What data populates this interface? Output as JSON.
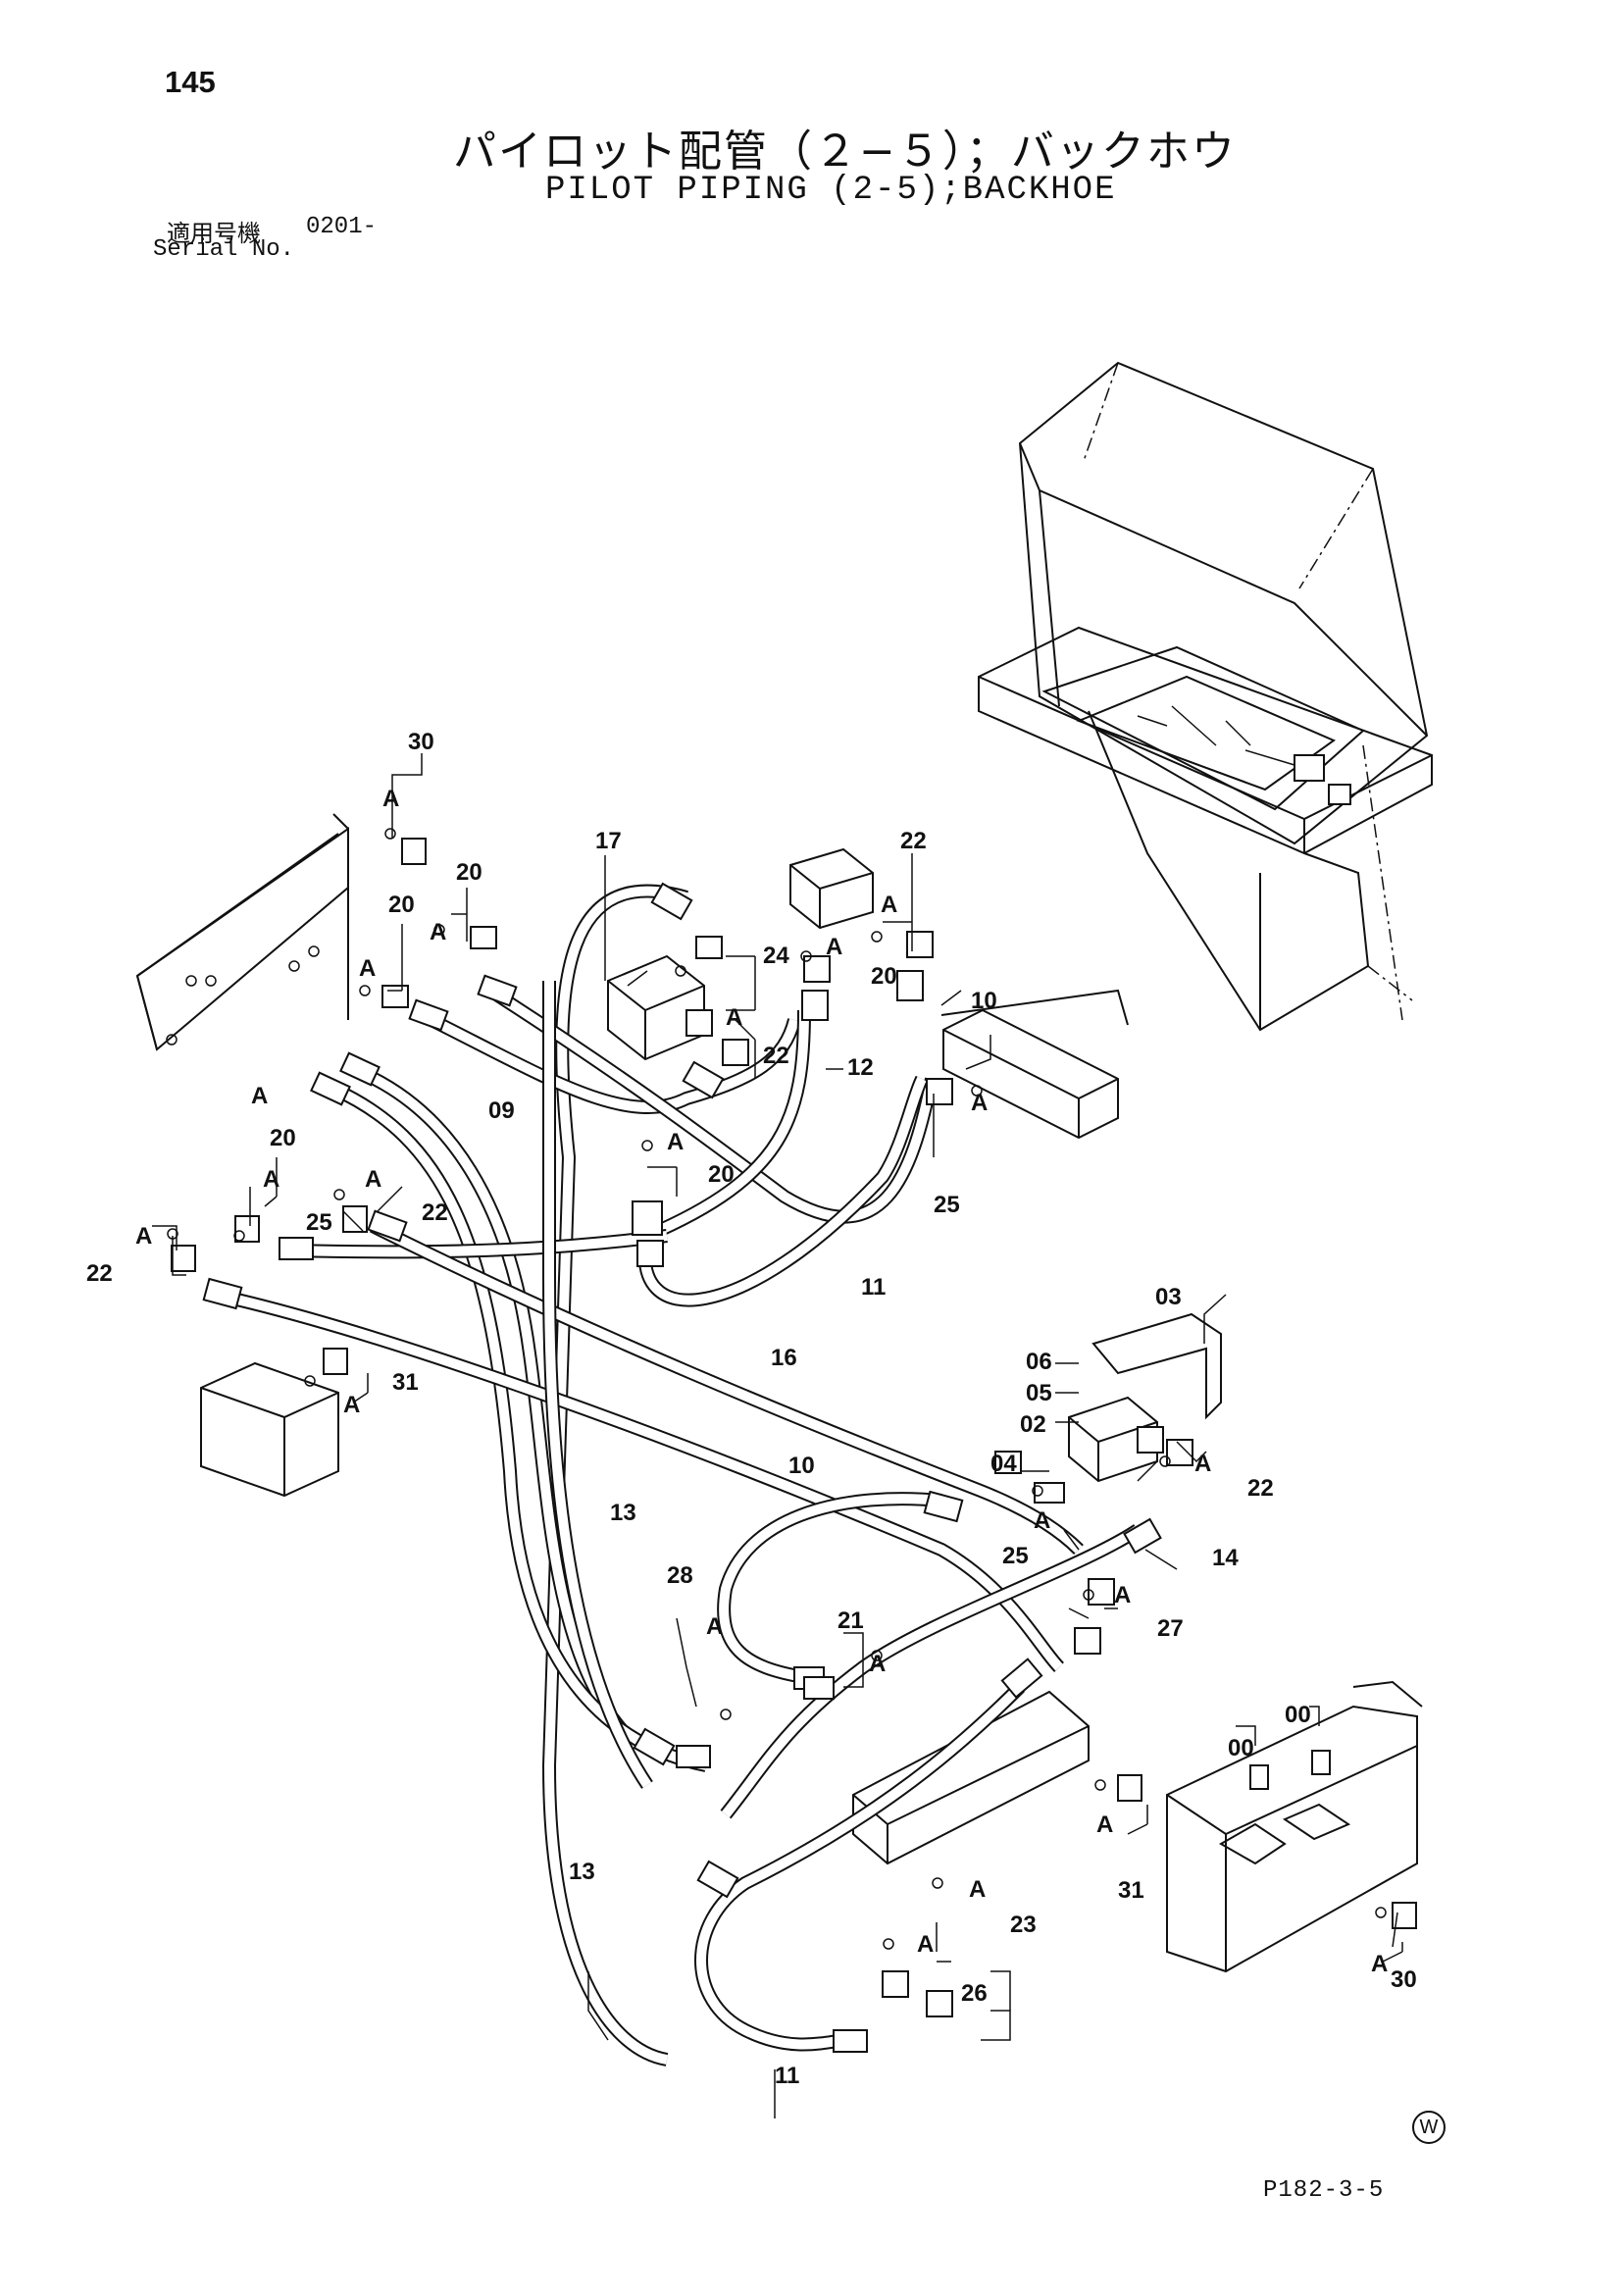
{
  "page_number": "145",
  "title_jp": "パイロット配管（２−５）；バックホウ",
  "title_en": "PILOT PIPING (2-5);BACKHOE",
  "serial_label_jp": "適用号機",
  "serial_value": "0201-",
  "serial_label_en": "Serial No.",
  "watermark_symbol": "W",
  "drawing_ref": "P182-3-5",
  "callouts": {
    "c30a": "30",
    "c20a": "20",
    "c20b": "20",
    "c17": "17",
    "c22a": "22",
    "c24": "24",
    "c20c": "20",
    "c10a": "10",
    "c22b": "22",
    "c12": "12",
    "c09": "09",
    "c20d": "20",
    "c20e": "20",
    "c22c": "22",
    "c25a": "25",
    "c25b": "25",
    "c22d": "22",
    "c11a": "11",
    "c16": "16",
    "c31a": "31",
    "c03": "03",
    "c06": "06",
    "c05": "05",
    "c02": "02",
    "c04": "04",
    "c22e": "22",
    "c25c": "25",
    "c14": "14",
    "c10b": "10",
    "c13a": "13",
    "c28": "28",
    "c21": "21",
    "c27": "27",
    "c00a": "00",
    "c00b": "00",
    "c31b": "31",
    "c13b": "13",
    "c23": "23",
    "c26": "26",
    "c30b": "30",
    "c11b": "11"
  },
  "detail_label": "A"
}
